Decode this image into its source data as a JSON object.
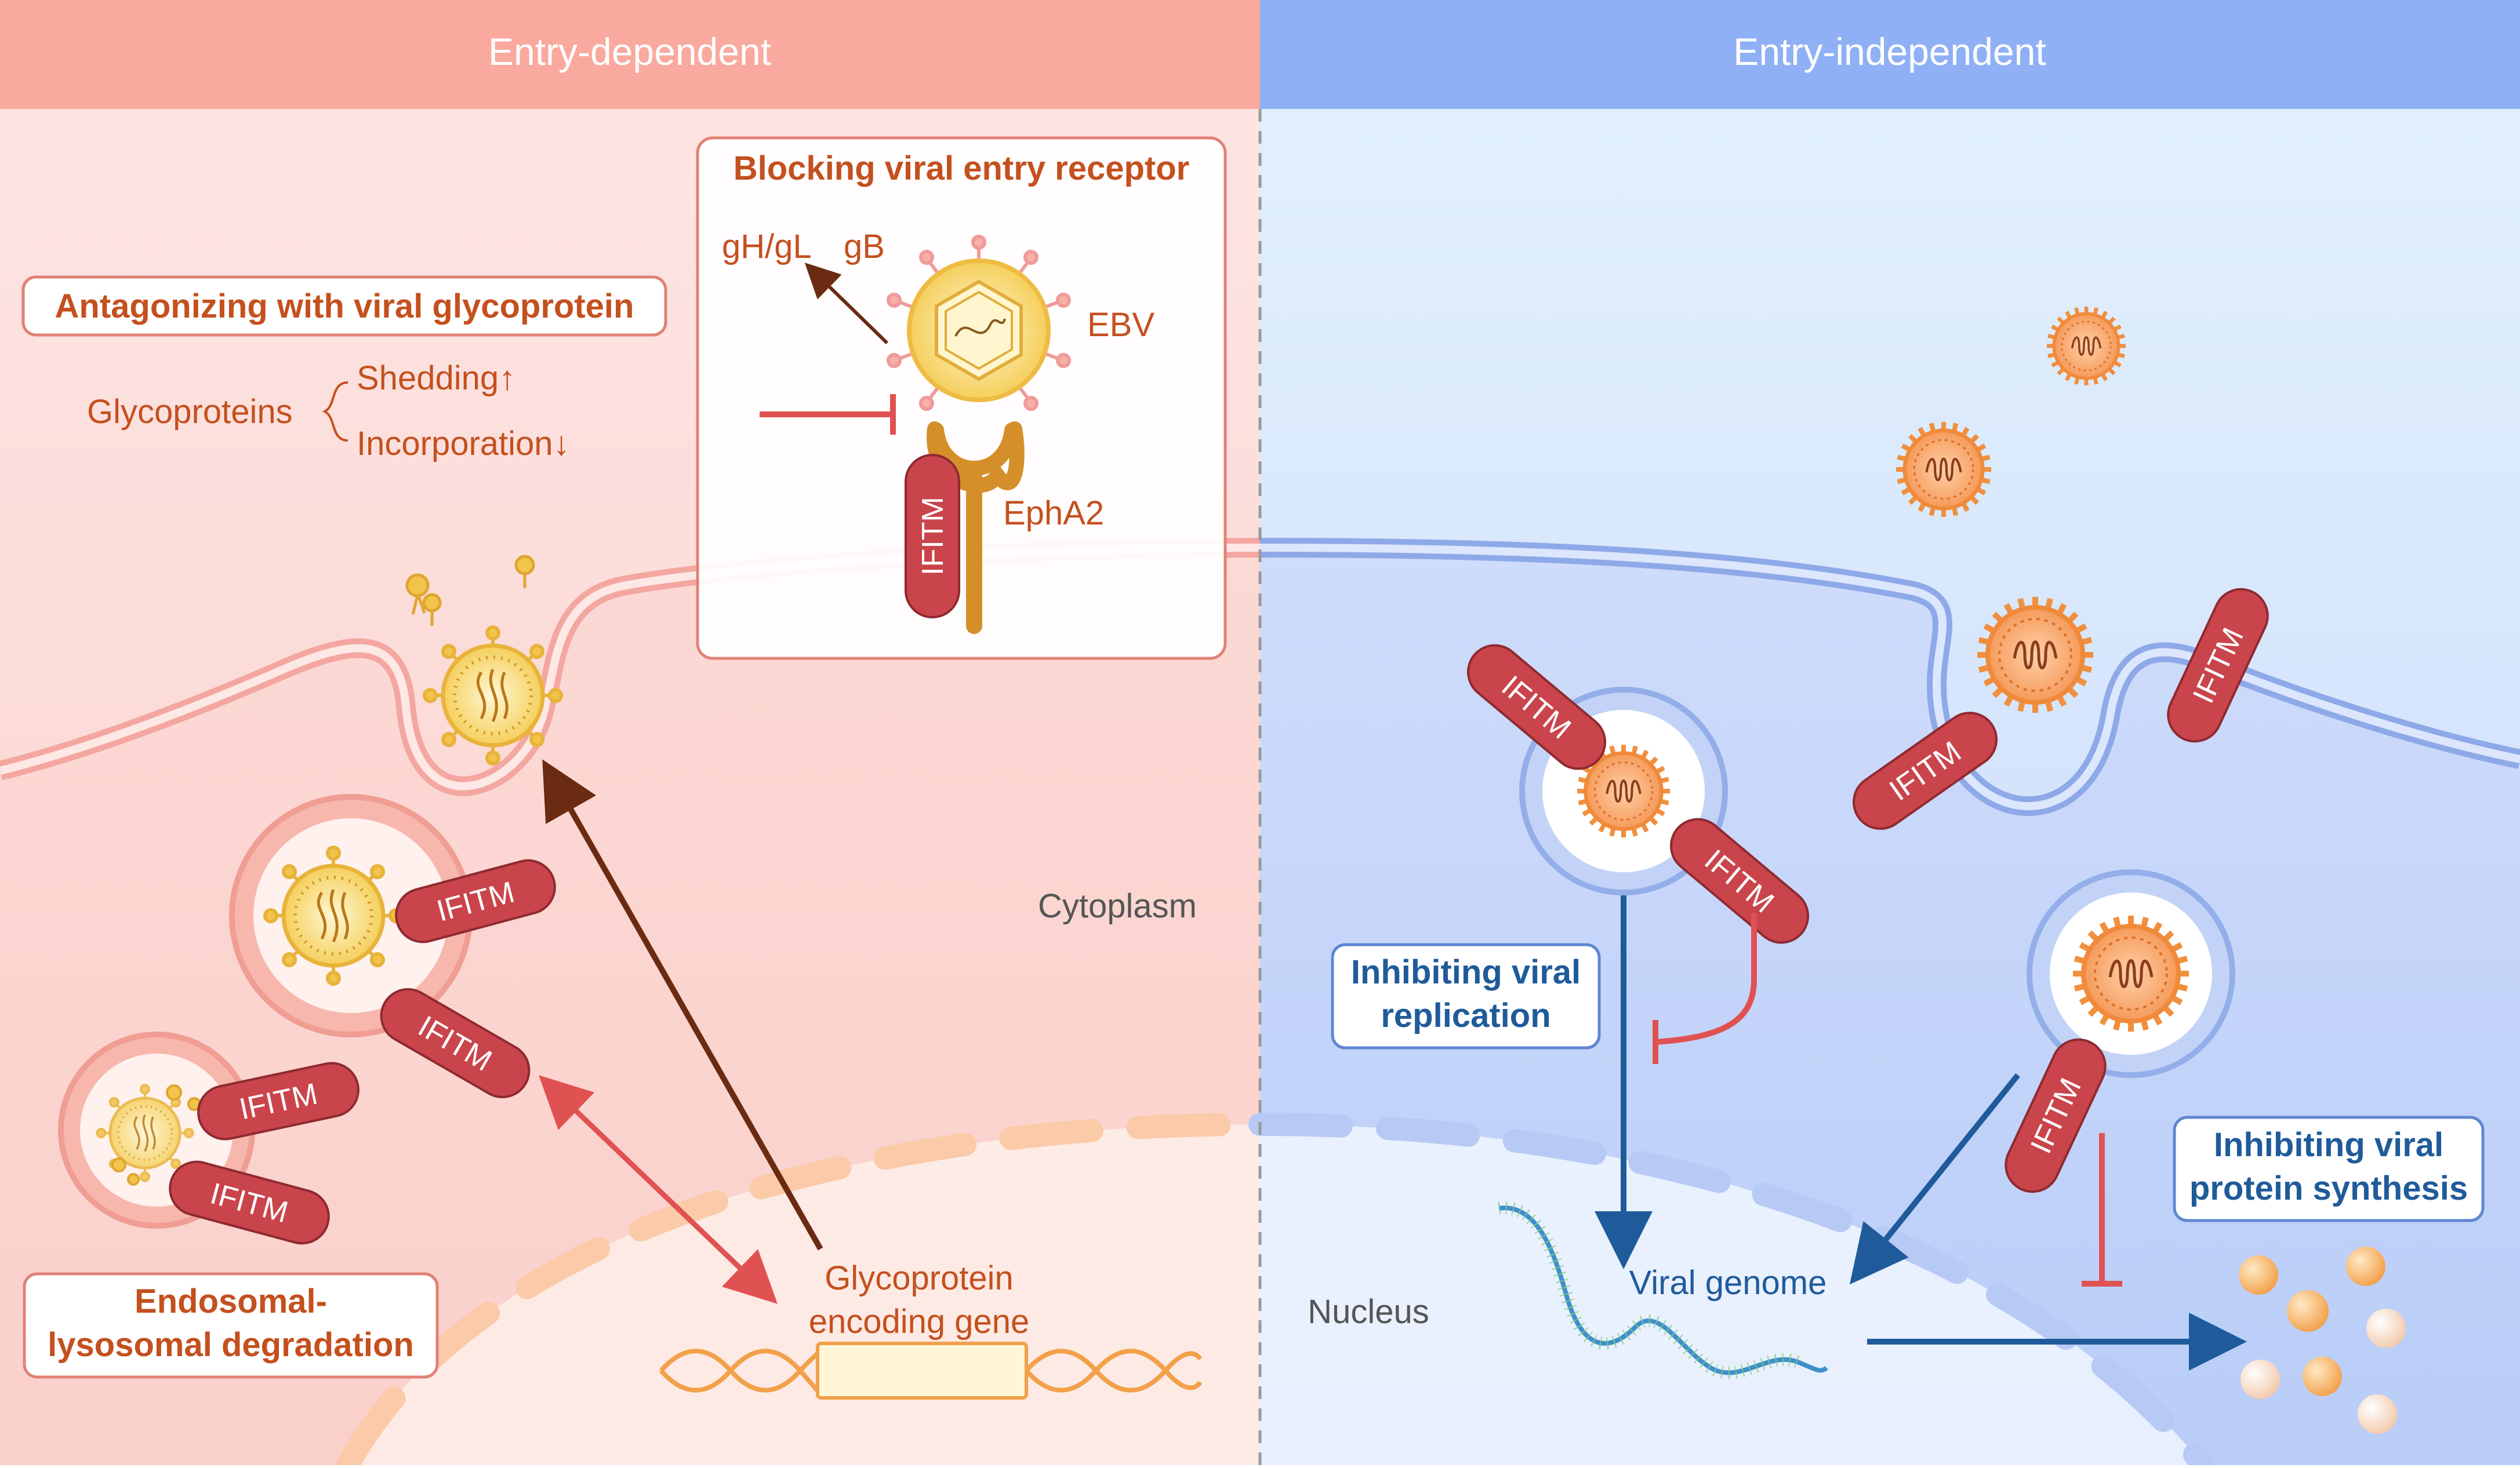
{
  "headers": {
    "left": "Entry-dependent",
    "right": "Entry-independent"
  },
  "boxes": {
    "blocking": "Blocking viral entry receptor",
    "antagonizing": "Antagonizing with viral glycoprotein",
    "endosomal_line1": "Endosomal-",
    "endosomal_line2": "lysosomal degradation",
    "inhibit_rep_line1": "Inhibiting viral",
    "inhibit_rep_line2": "replication",
    "inhibit_prot_line1": "Inhibiting viral",
    "inhibit_prot_line2": "protein synthesis"
  },
  "labels": {
    "ghgl": "gH/gL",
    "gb": "gB",
    "ebv": "EBV",
    "epha2": "EphA2",
    "glycoproteins": "Glycoproteins",
    "shedding": "Shedding↑",
    "incorporation": "Incorporation↓",
    "cytoplasm": "Cytoplasm",
    "nucleus": "Nucleus",
    "gene_line1": "Glycoprotein",
    "gene_line2": "encoding gene",
    "viral_genome": "Viral genome"
  },
  "protein": "IFITM",
  "colors": {
    "left_header": "#f9a99e",
    "right_header": "#8fb0f4",
    "ifitm": "#c9444b",
    "orange_text": "#c4501e",
    "blue_text": "#1f5b9a",
    "inhibit": "#e05252"
  }
}
